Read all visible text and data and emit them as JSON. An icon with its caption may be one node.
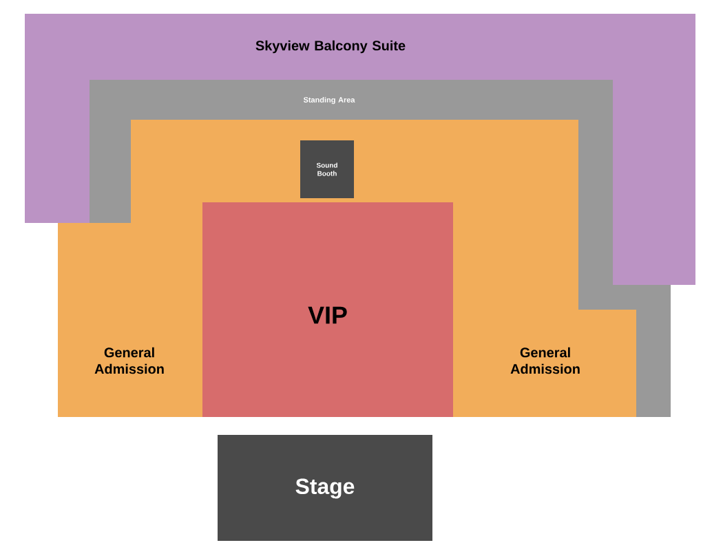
{
  "diagram": {
    "nodes": [
      {
        "text": [
          "Skyview Balcony Suite"
        ]
      },
      {
        "text": [
          "Standing Area"
        ]
      },
      {
        "text": [
          "General Admission",
          "General Admission"
        ]
      },
      {
        "text": [
          "Sound Booth"
        ],
        "in": 2
      },
      {
        "text": [
          "VIP"
        ],
        "in": 2
      },
      {
        "text": [
          "Stage"
        ]
      }
    ]
  }
}
